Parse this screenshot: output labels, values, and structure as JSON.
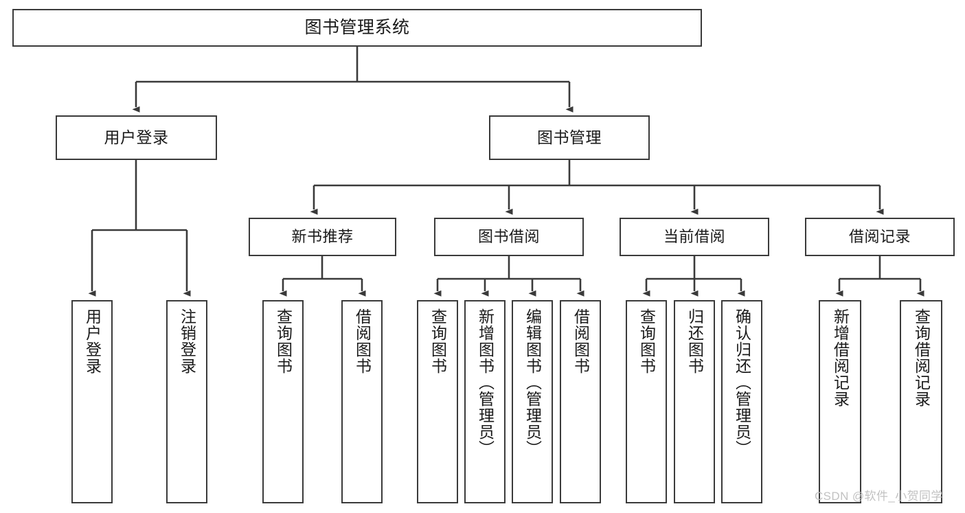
{
  "diagram": {
    "title": "图书管理系统",
    "root": {
      "label": "图书管理系统"
    },
    "branches": [
      {
        "label": "用户登录"
      },
      {
        "label": "图书管理"
      }
    ],
    "mid_nodes": [
      {
        "label": "新书推荐"
      },
      {
        "label": "图书借阅"
      },
      {
        "label": "当前借阅"
      },
      {
        "label": "借阅记录"
      }
    ],
    "leaves": {
      "user_login": [
        {
          "label": "用户登录"
        },
        {
          "label": "注销登录"
        }
      ],
      "new_book_recommend": [
        {
          "label": "查询图书"
        },
        {
          "label": "借阅图书"
        }
      ],
      "book_borrow": [
        {
          "label": "查询图书"
        },
        {
          "label": "新增图书（管理员）"
        },
        {
          "label": "编辑图书（管理员）"
        },
        {
          "label": "借阅图书"
        }
      ],
      "current_borrow": [
        {
          "label": "查询图书"
        },
        {
          "label": "归还图书"
        },
        {
          "label": "确认归还（管理员）"
        }
      ],
      "borrow_record": [
        {
          "label": "新增借阅记录"
        },
        {
          "label": "查询借阅记录"
        }
      ]
    }
  },
  "watermark": {
    "text": "CSDN @软件_小贺同学"
  },
  "colors": {
    "border": "#3a3a3a",
    "text": "#1a1a1a",
    "background": "#ffffff",
    "watermark": "#c2c2c2"
  }
}
